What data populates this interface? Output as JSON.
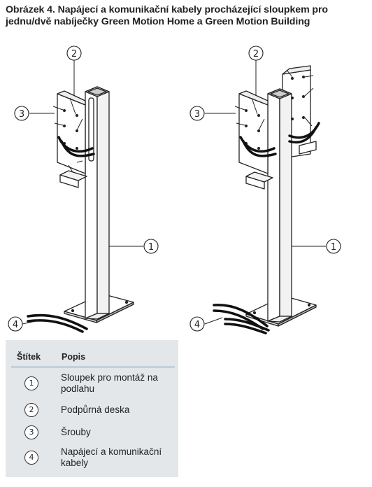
{
  "caption": {
    "line1": "Obrázek 4.  Napájecí a komunikační kabely procházející sloupkem pro",
    "line2": "jednu/dvě nabíječky Green Motion Home a Green Motion Building"
  },
  "callouts": {
    "c1": "1",
    "c2": "2",
    "c3": "3",
    "c4": "4"
  },
  "legend": {
    "header_label": "Štítek",
    "header_description": "Popis",
    "rows": [
      {
        "num": "1",
        "text": "Sloupek pro montáž na podlahu"
      },
      {
        "num": "2",
        "text": "Podpůrná deska"
      },
      {
        "num": "3",
        "text": "Šrouby"
      },
      {
        "num": "4",
        "text": "Napájecí a komunikační kabely"
      }
    ]
  }
}
